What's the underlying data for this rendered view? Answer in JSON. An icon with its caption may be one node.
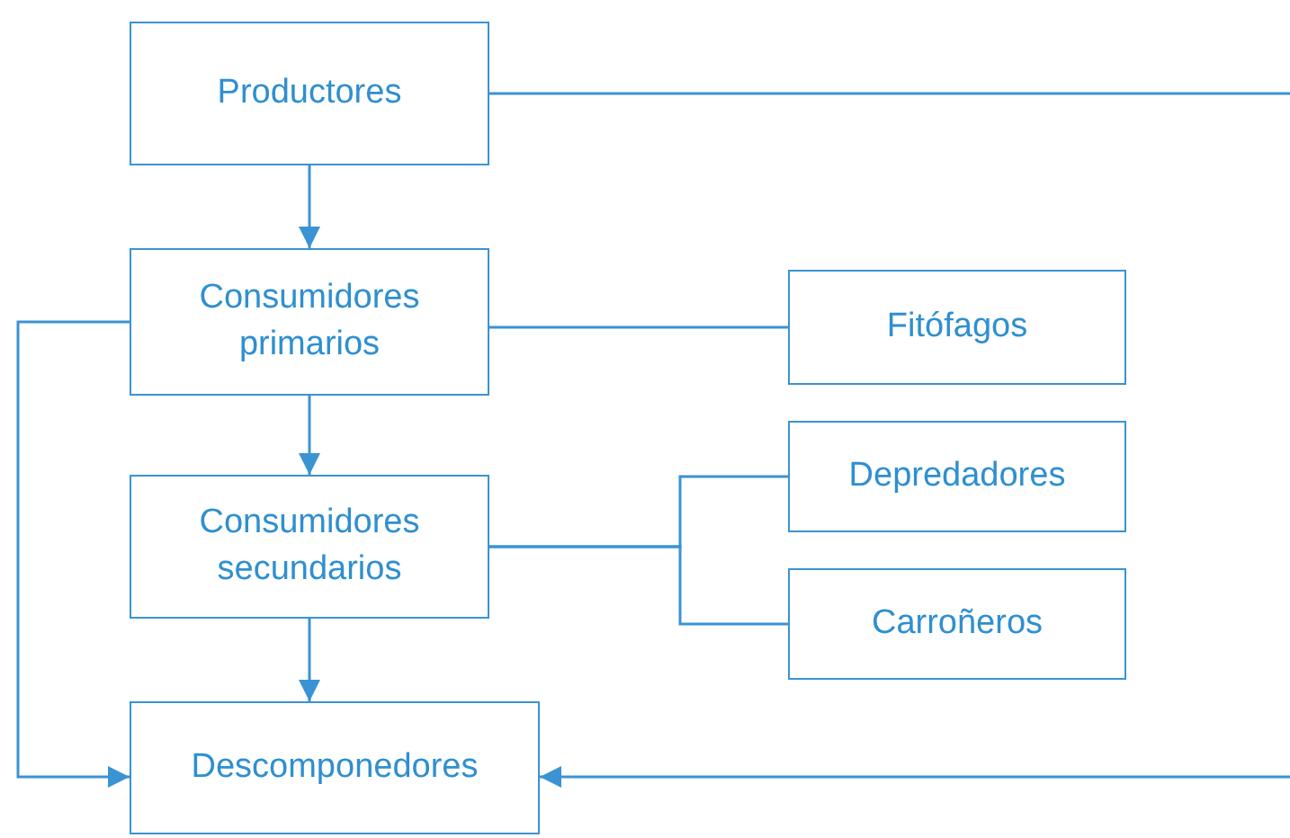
{
  "diagram": {
    "nodes": [
      {
        "text": [
          "Productores"
        ]
      },
      {
        "text": [
          "Consumidores primarios"
        ]
      },
      {
        "text": [
          "Fitófagos"
        ]
      },
      {
        "text": [
          "Consumidores secundarios"
        ]
      },
      {
        "text": [
          "Depredadores"
        ]
      },
      {
        "text": [
          "Carroñeros"
        ]
      },
      {
        "text": [
          "Descomponedores"
        ]
      }
    ],
    "edges": [
      {
        "from": 0,
        "to": 1,
        "arrow": "to"
      },
      {
        "from": 1,
        "to": 2,
        "arrow": "none"
      },
      {
        "from": 1,
        "to": 3,
        "arrow": "to"
      },
      {
        "from": 3,
        "to": 4,
        "arrow": "none"
      },
      {
        "from": 3,
        "to": 5,
        "arrow": "none"
      },
      {
        "from": 3,
        "to": 6,
        "arrow": "to"
      },
      {
        "from": 1,
        "to": 6,
        "arrow": "to"
      },
      {
        "from": 0,
        "to": null,
        "arrow": "none"
      },
      {
        "from": null,
        "to": 6,
        "arrow": "to"
      }
    ]
  }
}
